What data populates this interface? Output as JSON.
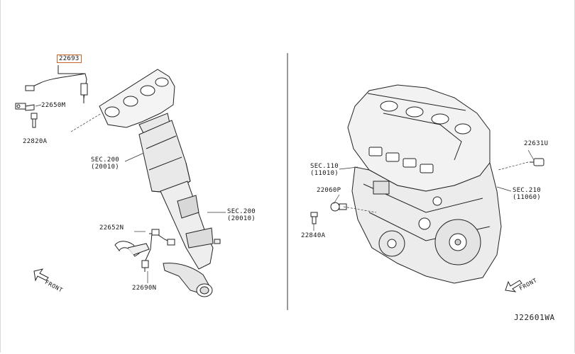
{
  "diagram": {
    "code": "J22601WA",
    "front_label": "FRONT",
    "left_labels": {
      "p22693": "22693",
      "p22650m": "22650M",
      "p22820a": "22820A",
      "sec200_a": "SEC.200",
      "sec200_a_sub": "(20010)",
      "sec200_b": "SEC.200",
      "sec200_b_sub": "(20010)",
      "p22652n": "22652N",
      "p22690n": "22690N"
    },
    "right_labels": {
      "p22631u": "22631U",
      "sec110": "SEC.110",
      "sec110_sub": "(11010)",
      "p22060p": "22060P",
      "sec210": "SEC.210",
      "sec210_sub": "(11060)",
      "p22840a": "22840A"
    },
    "highlight_color": "#c8632a"
  }
}
